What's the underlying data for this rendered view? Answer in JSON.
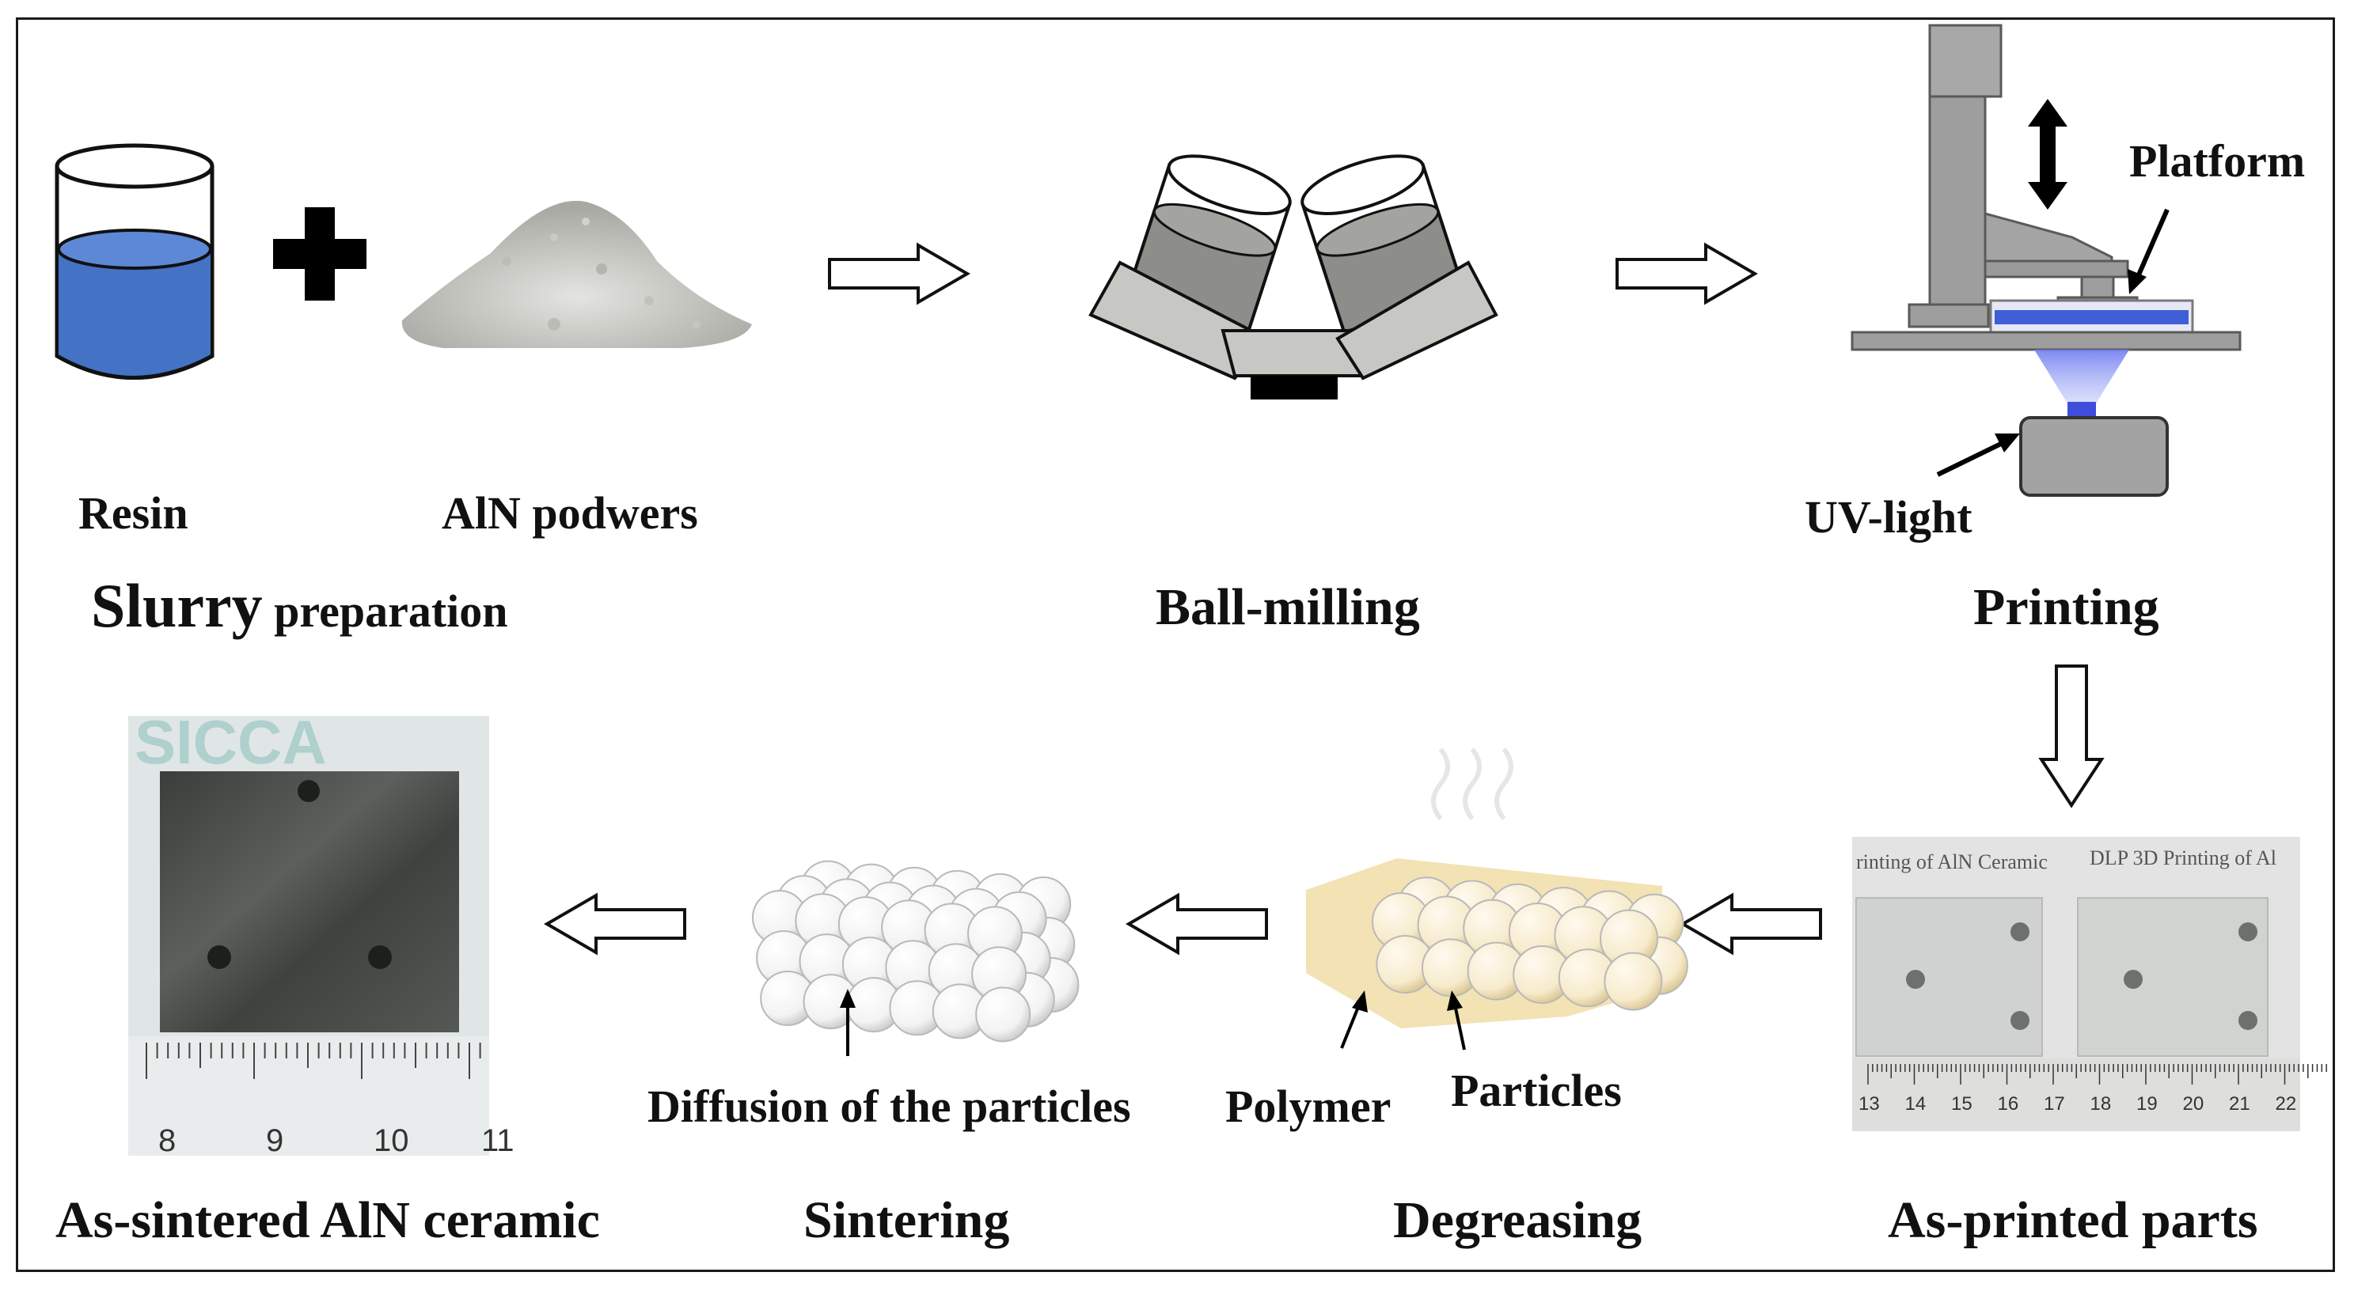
{
  "labels": {
    "resin": "Resin",
    "aln_powders": "AlN podwers",
    "slurry_big": "Slurry",
    "slurry_rest": " preparation",
    "ball_milling": "Ball-milling",
    "platform": "Platform",
    "uv_light": "UV-light",
    "printing": "Printing",
    "as_printed": "As-printed parts",
    "degreasing": "Degreasing",
    "polymer": "Polymer",
    "particles": "Particles",
    "diffusion": "Diffusion of the particles",
    "sintering": "Sintering",
    "as_sintered": "As-sintered AlN ceramic"
  },
  "photo_printed": {
    "caption_left": "rinting of AlN Ceramic",
    "caption_right": "DLP 3D Printing of Al",
    "ruler_numbers": [
      "13",
      "14",
      "15",
      "16",
      "17",
      "18",
      "19",
      "20",
      "21",
      "22"
    ]
  },
  "photo_sintered": {
    "ruler_numbers": [
      "8",
      "9",
      "10",
      "11"
    ]
  },
  "colors": {
    "resin_blue": "#4472c4",
    "machine_gray": "#9e9e9e",
    "sponge_yellow": "#f3e2b3",
    "frame": "#1a1a1a"
  }
}
